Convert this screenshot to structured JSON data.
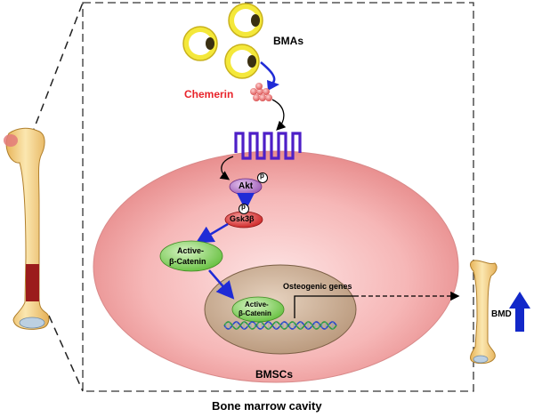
{
  "labels": {
    "bmas": "BMAs",
    "chemerin": "Chemerin",
    "akt": "Akt",
    "gsk3b": "Gsk3β",
    "phospho": "p",
    "active_catenin_line1": "Active-",
    "active_catenin_line2": "β-Catenin",
    "nuclear_catenin_line1": "Active-",
    "nuclear_catenin_line2": "β-Catenin",
    "osteogenic_genes": "Osteogenic genes",
    "bmscs": "BMSCs",
    "bmd": "BMD",
    "caption": "Bone marrow cavity"
  },
  "colors": {
    "chemerin_text": "#e8232a",
    "arrow_blue": "#1f2bd6",
    "bmd_arrow": "#1228c9",
    "cell_fill": "#f6b4b4",
    "nucleus_fill": "#c8ab92",
    "akt_fill": "#b577c7",
    "gsk_fill": "#de3b3b",
    "catenin_fill": "#8fd66b",
    "receptor": "#4d1fc7",
    "adipocyte": "#f2e63a",
    "bone": "#f2d07e"
  }
}
